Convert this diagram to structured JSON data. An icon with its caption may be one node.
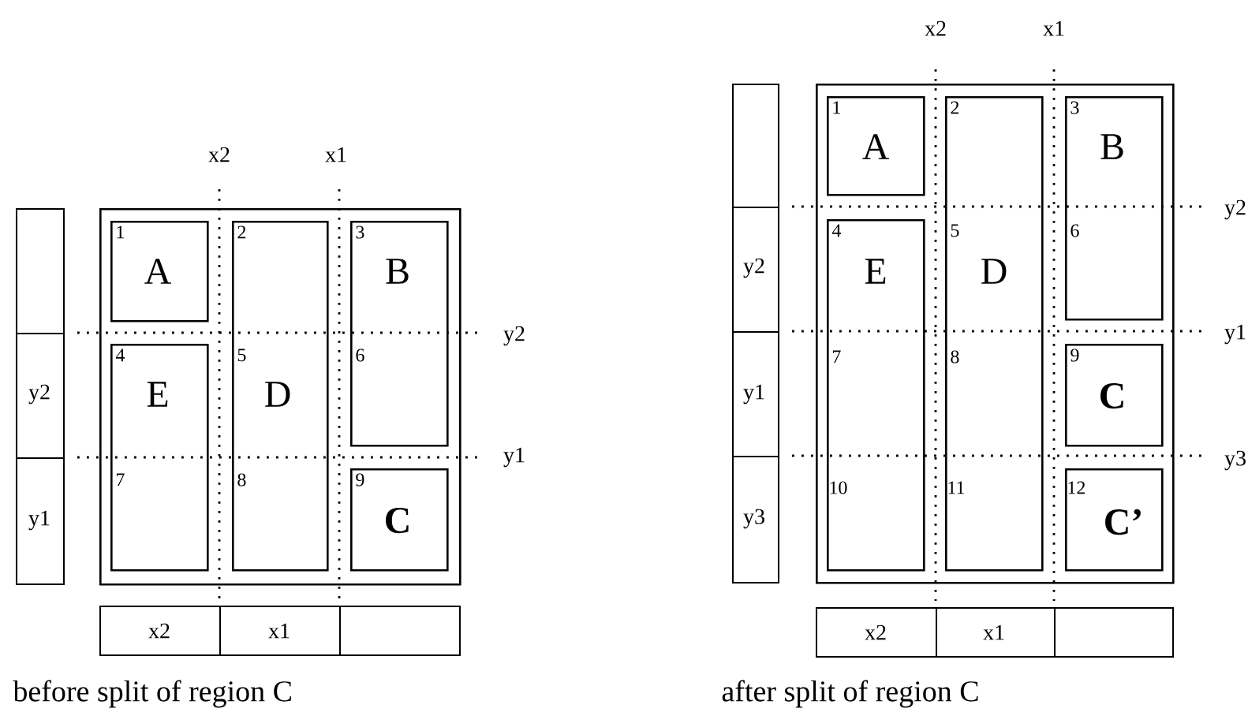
{
  "diagram": {
    "nodes": [
      {
        "text": [],
        "shape": "box"
      },
      {
        "text": [
          "1",
          "A"
        ],
        "in": 0
      },
      {
        "text": [
          "2",
          "5",
          "D",
          "8"
        ],
        "in": 0
      },
      {
        "text": [
          "3",
          "B",
          "6"
        ],
        "in": 0
      },
      {
        "text": [
          "4",
          "E",
          "7"
        ],
        "in": 0
      },
      {
        "text": [
          "9",
          "C"
        ],
        "in": 0
      },
      {
        "text": [],
        "shape": "box"
      },
      {
        "text": [
          "y2"
        ]
      },
      {
        "text": [
          "y1"
        ]
      },
      {
        "text": [
          "x2"
        ]
      },
      {
        "text": [
          "x1"
        ]
      },
      {
        "text": [],
        "shape": "box"
      },
      {
        "text": [],
        "shape": "box"
      },
      {
        "text": [
          "1",
          "A"
        ],
        "in": 12
      },
      {
        "text": [
          "2",
          "5",
          "D",
          "8",
          "11"
        ],
        "in": 12
      },
      {
        "text": [
          "3",
          "B",
          "6"
        ],
        "in": 12
      },
      {
        "text": [
          "4",
          "E",
          "7",
          "10"
        ],
        "in": 12
      },
      {
        "text": [
          "9",
          "C"
        ],
        "in": 12
      },
      {
        "text": [
          "12",
          "C’"
        ],
        "in": 12
      },
      {
        "text": [],
        "shape": "box"
      },
      {
        "text": [
          "y2"
        ]
      },
      {
        "text": [
          "y1"
        ]
      },
      {
        "text": [
          "y3"
        ]
      },
      {
        "text": [
          "x2"
        ]
      },
      {
        "text": [
          "x1"
        ]
      },
      {
        "text": [],
        "shape": "box"
      }
    ],
    "labels": [
      "x2",
      "x1",
      "y2",
      "y1",
      "before split of region C",
      "x2",
      "x1",
      "y2",
      "y1",
      "y3",
      "after split of region C"
    ]
  }
}
